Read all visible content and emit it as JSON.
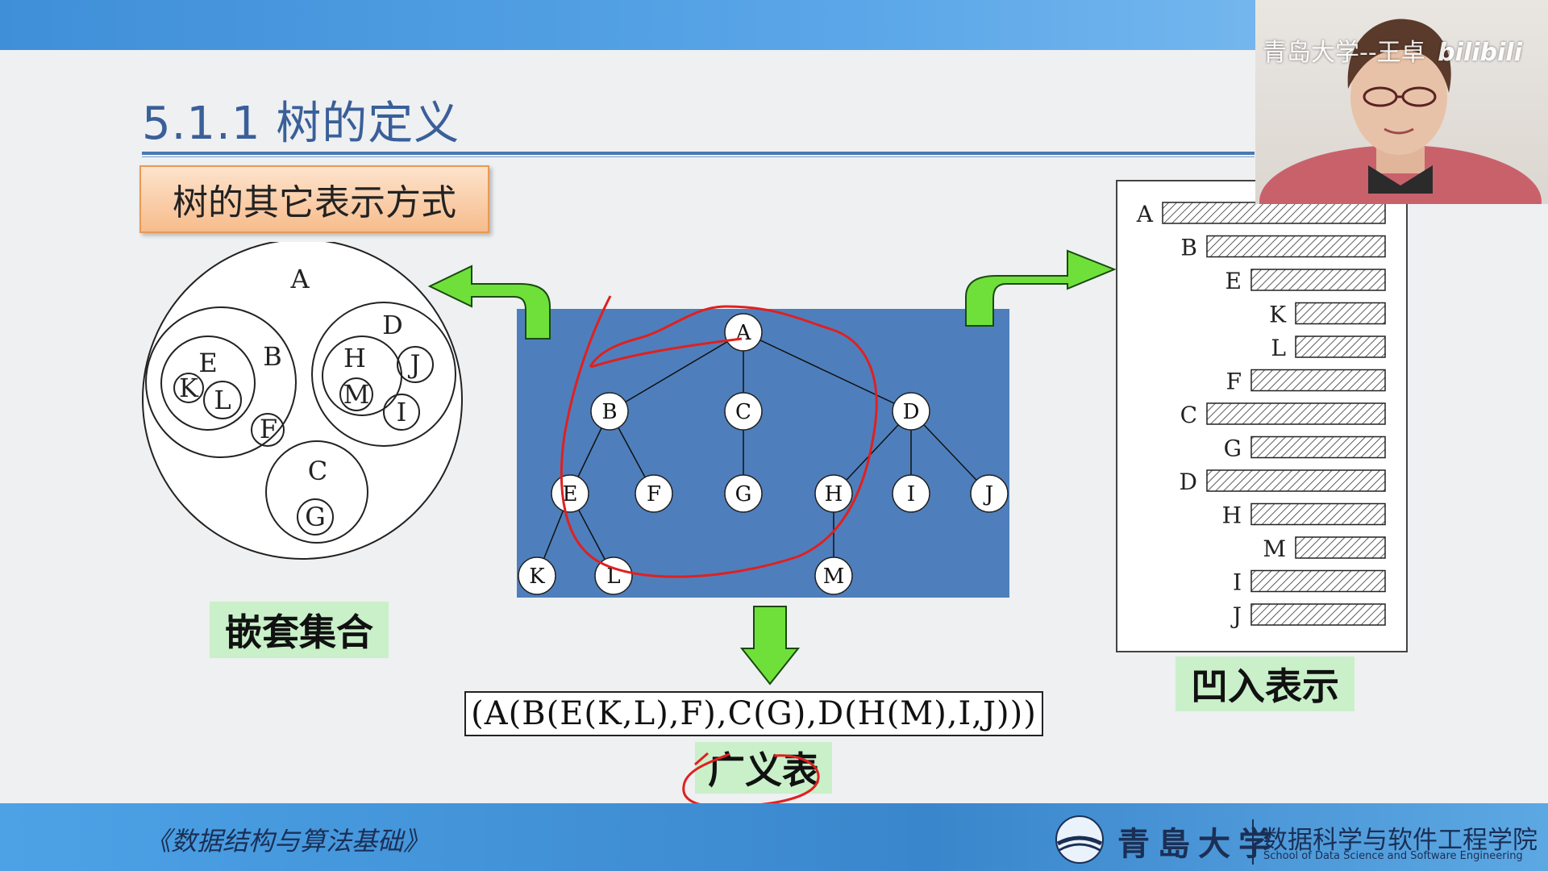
{
  "header": {
    "title": "5.1.1 树的定义"
  },
  "subtitle": "树的其它表示方式",
  "labels": {
    "nested_set": "嵌套集合",
    "indented": "凹入表示",
    "generalized_list": "广义表"
  },
  "generalized_list_expr": "(A(B(E(K,L),F),C(G),D(H(M),I,J)))",
  "tree": {
    "nodes": [
      {
        "id": "A",
        "parent": null
      },
      {
        "id": "B",
        "parent": "A"
      },
      {
        "id": "C",
        "parent": "A"
      },
      {
        "id": "D",
        "parent": "A"
      },
      {
        "id": "E",
        "parent": "B"
      },
      {
        "id": "F",
        "parent": "B"
      },
      {
        "id": "G",
        "parent": "C"
      },
      {
        "id": "H",
        "parent": "D"
      },
      {
        "id": "I",
        "parent": "D"
      },
      {
        "id": "J",
        "parent": "D"
      },
      {
        "id": "K",
        "parent": "E"
      },
      {
        "id": "L",
        "parent": "E"
      },
      {
        "id": "M",
        "parent": "H"
      }
    ]
  },
  "indented_rows": [
    {
      "label": "A",
      "depth": 0
    },
    {
      "label": "B",
      "depth": 1
    },
    {
      "label": "E",
      "depth": 2
    },
    {
      "label": "K",
      "depth": 3
    },
    {
      "label": "L",
      "depth": 3
    },
    {
      "label": "F",
      "depth": 2
    },
    {
      "label": "C",
      "depth": 1
    },
    {
      "label": "G",
      "depth": 2
    },
    {
      "label": "D",
      "depth": 1
    },
    {
      "label": "H",
      "depth": 2
    },
    {
      "label": "M",
      "depth": 3
    },
    {
      "label": "I",
      "depth": 2
    },
    {
      "label": "J",
      "depth": 2
    }
  ],
  "nested_set_labels": [
    "A",
    "B",
    "E",
    "K",
    "L",
    "F",
    "D",
    "H",
    "M",
    "J",
    "I",
    "C",
    "G"
  ],
  "webcam": {
    "overlay_text": "青岛大学--王卓",
    "brand": "bilibili"
  },
  "footer": {
    "book": "《数据结构与算法基础》",
    "university": "青島大学",
    "school_cn": "数据科学与软件工程学院",
    "school_en": "School of Data Science and Software Engineering"
  },
  "colors": {
    "title": "#3a5f99",
    "tree_panel": "#4e7fbc",
    "arrow_green": "#6fe03a",
    "label_bg": "#c9f0c9",
    "annotation_red": "#e02020"
  }
}
